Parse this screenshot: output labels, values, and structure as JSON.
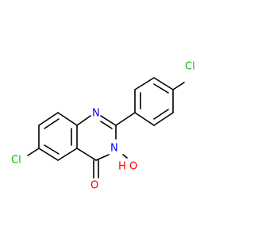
{
  "molecule": {
    "colors": {
      "bond": "#000000",
      "nitrogen": "#0000ff",
      "oxygen": "#ff0000",
      "chlorine": "#00c000"
    },
    "labels": {
      "cl_top": "Cl",
      "n1": "N",
      "cl_left": "Cl",
      "n3": "N",
      "o_hydroxy": "O",
      "h_hydroxy": "H",
      "o_carbonyl": "O"
    }
  }
}
